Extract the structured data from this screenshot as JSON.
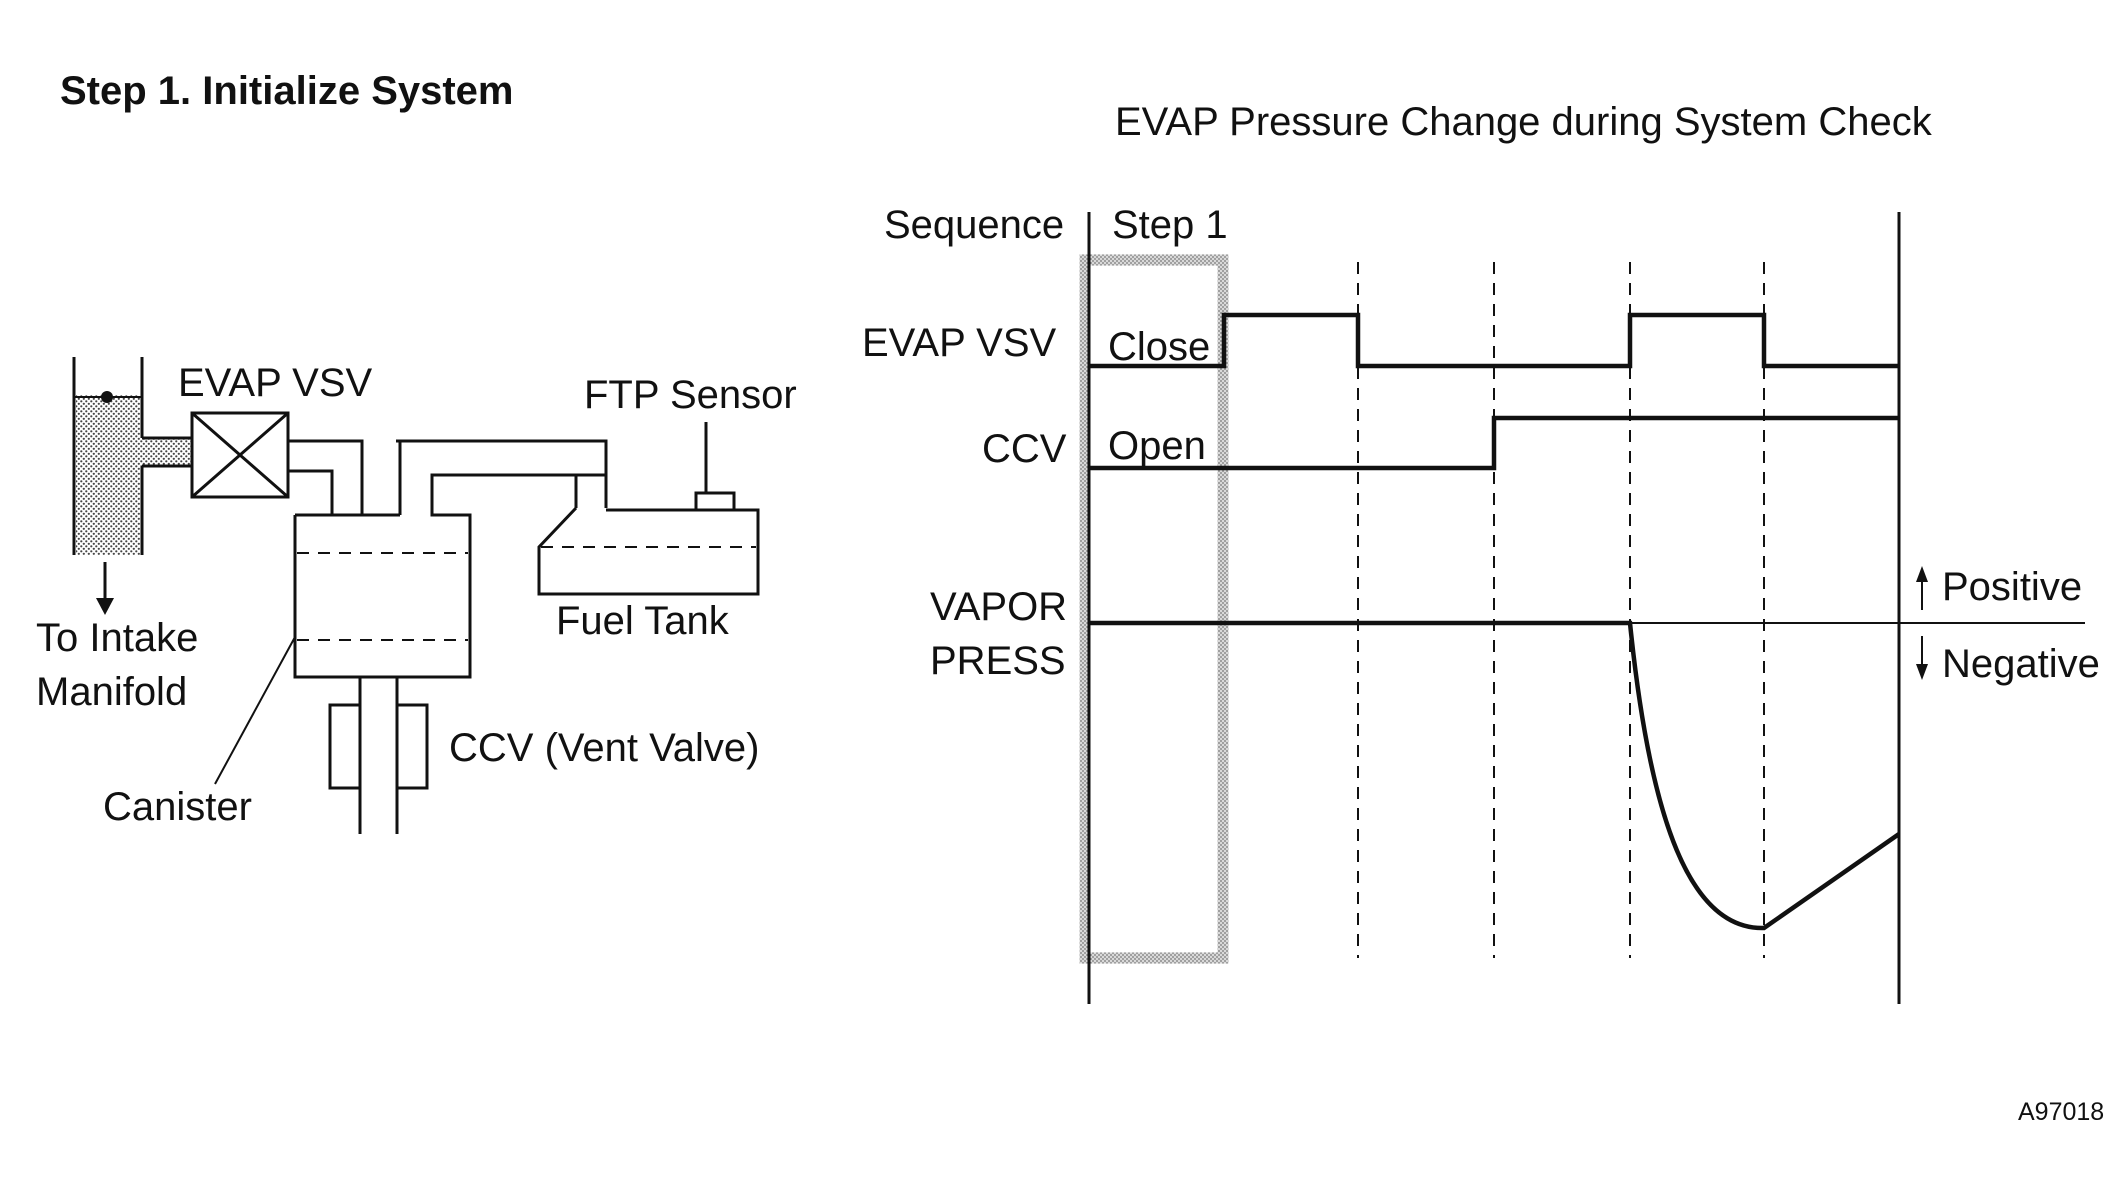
{
  "heading": "Step 1. Initialize System",
  "figure_id": "A97018",
  "schematic": {
    "evap_vsv_label": "EVAP VSV",
    "ftp_sensor_label": "FTP Sensor",
    "to_intake_line1": "To Intake",
    "to_intake_line2": "Manifold",
    "fuel_tank_label": "Fuel Tank",
    "ccv_label": "CCV (Vent Valve)",
    "canister_label": "Canister"
  },
  "timing_chart": {
    "title": "EVAP Pressure Change during System Check",
    "sequence_label": "Sequence",
    "step_label": "Step 1",
    "rows": [
      {
        "name": "EVAP VSV",
        "state_note": "Close",
        "levels": [
          "low",
          "high",
          "low",
          "low",
          "high",
          "low"
        ]
      },
      {
        "name": "CCV",
        "state_note": "Open",
        "levels": [
          "low",
          "low",
          "low",
          "high",
          "high",
          "high"
        ]
      }
    ],
    "vapor_press_line1": "VAPOR",
    "vapor_press_line2": "PRESS",
    "positive_label": "Positive",
    "negative_label": "Negative",
    "colors": {
      "line": "#111111",
      "highlight": "#b5b5b5"
    }
  }
}
